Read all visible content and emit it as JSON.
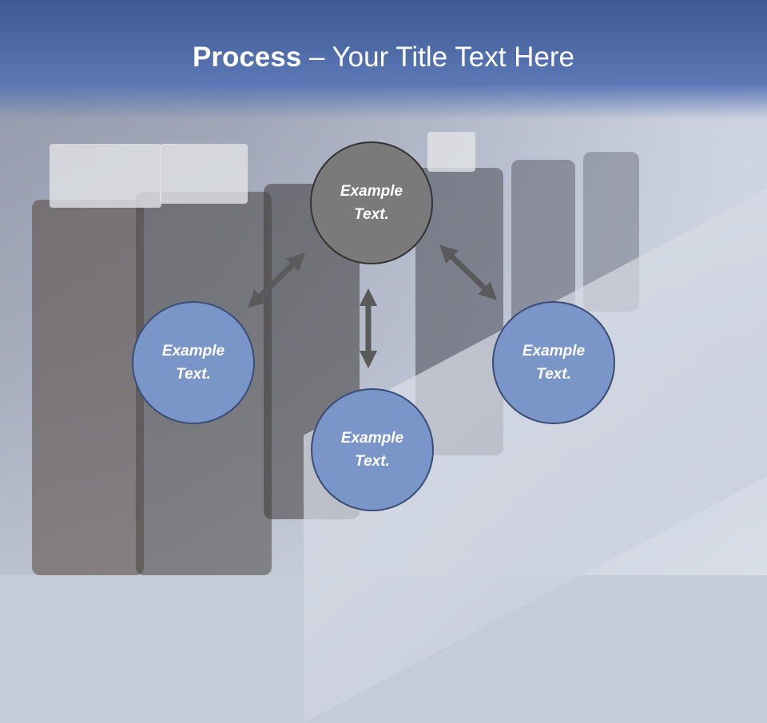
{
  "slide": {
    "title_bold": "Process",
    "title_rest": " – Your Title Text Here"
  },
  "nodes": [
    {
      "id": "top",
      "text": "Example Text."
    },
    {
      "id": "left",
      "text": "Example Text."
    },
    {
      "id": "bottom",
      "text": "Example Text."
    },
    {
      "id": "right",
      "text": "Example Text."
    }
  ],
  "colors": {
    "header": "#4a66a3",
    "circle_fill": "#7a95c8",
    "circle_center_fill": "#7a7a7a",
    "arrow": "#5a5a5a"
  }
}
